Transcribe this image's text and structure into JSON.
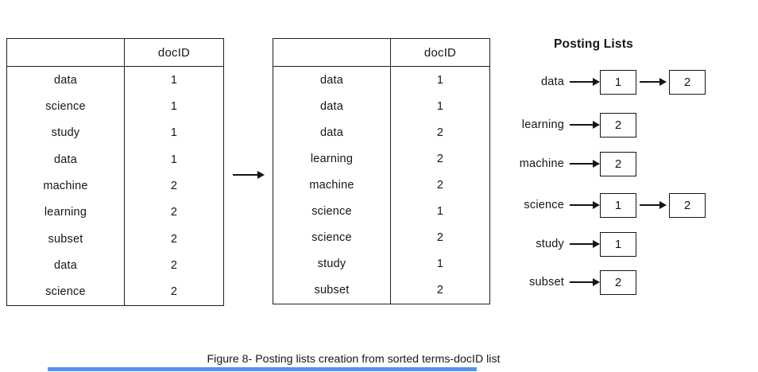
{
  "left_table": {
    "header": {
      "term": "",
      "docid": "docID"
    },
    "rows": [
      {
        "term": "data",
        "docid": "1"
      },
      {
        "term": "science",
        "docid": "1"
      },
      {
        "term": "study",
        "docid": "1"
      },
      {
        "term": "data",
        "docid": "1"
      },
      {
        "term": "machine",
        "docid": "2"
      },
      {
        "term": "learning",
        "docid": "2"
      },
      {
        "term": "subset",
        "docid": "2"
      },
      {
        "term": "data",
        "docid": "2"
      },
      {
        "term": "science",
        "docid": "2"
      }
    ]
  },
  "sorted_table": {
    "header": {
      "term": "",
      "docid": "docID"
    },
    "rows": [
      {
        "term": "data",
        "docid": "1"
      },
      {
        "term": "data",
        "docid": "1"
      },
      {
        "term": "data",
        "docid": "2"
      },
      {
        "term": "learning",
        "docid": "2"
      },
      {
        "term": "machine",
        "docid": "2"
      },
      {
        "term": "science",
        "docid": "1"
      },
      {
        "term": "science",
        "docid": "2"
      },
      {
        "term": "study",
        "docid": "1"
      },
      {
        "term": "subset",
        "docid": "2"
      }
    ]
  },
  "posting_lists": {
    "title": "Posting Lists",
    "entries": [
      {
        "term": "data",
        "postings": [
          "1",
          "2"
        ]
      },
      {
        "term": "learning",
        "postings": [
          "2"
        ]
      },
      {
        "term": "machine",
        "postings": [
          "2"
        ]
      },
      {
        "term": "science",
        "postings": [
          "1",
          "2"
        ]
      },
      {
        "term": "study",
        "postings": [
          "1"
        ]
      },
      {
        "term": "subset",
        "postings": [
          "2"
        ]
      }
    ]
  },
  "caption": "Figure 8- Posting lists creation from sorted terms-docID list",
  "colors": {
    "line": "#161616",
    "background": "#ffffff",
    "highlight_bar": "#4285f4"
  }
}
